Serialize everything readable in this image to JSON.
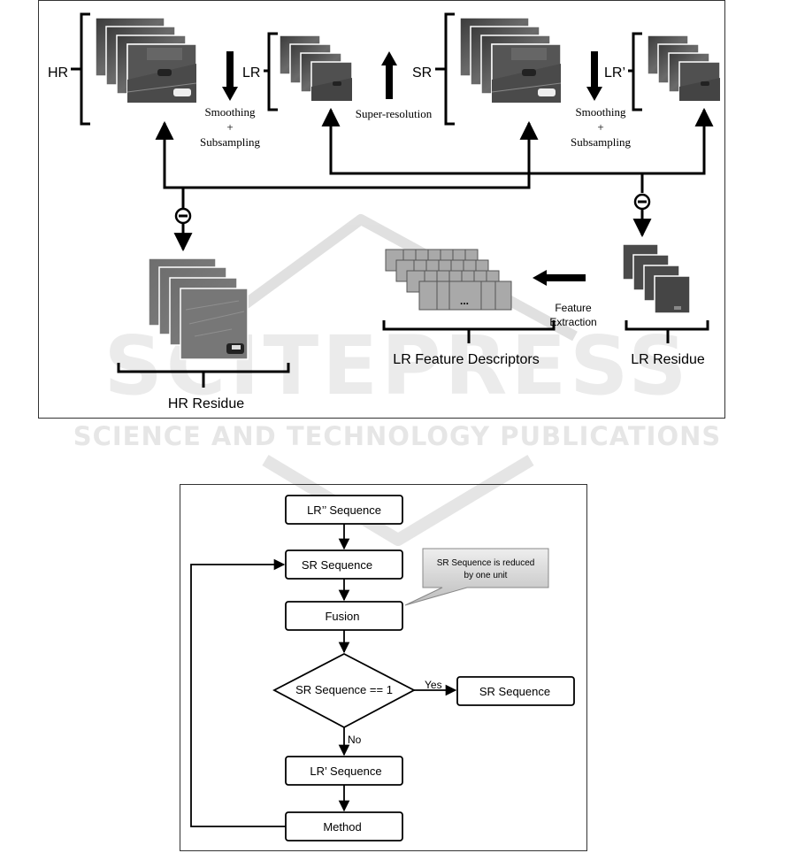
{
  "top_diagram": {
    "hr_label": "HR",
    "lr_label": "LR",
    "sr_label": "SR",
    "lr_prime_label": "LR’",
    "smoothing_1": "Smoothing",
    "plus_1": "+",
    "subsampling_1": "Subsampling",
    "super_resolution": "Super-resolution",
    "smoothing_2": "Smoothing",
    "plus_2": "+",
    "subsampling_2": "Subsampling",
    "feature_line1": "Feature",
    "feature_line2": "Extraction",
    "ellipsis": "...",
    "hr_residue": "HR Residue",
    "lr_feature_descriptors": "LR Feature Descriptors",
    "lr_residue": "LR Residue"
  },
  "watermark": {
    "big_text": "SCITEPRESS",
    "sub_text": "SCIENCE AND TECHNOLOGY PUBLICATIONS"
  },
  "flowchart": {
    "lr_double_prime_sequence": "LR’’ Sequence",
    "sr_sequence": "SR Sequence",
    "callout_line1": "SR Sequence is reduced",
    "callout_line2": "by one unit",
    "fusion": "Fusion",
    "decision": "SR Sequence == 1",
    "yes": "Yes",
    "no": "No",
    "sr_sequence_out": "SR Sequence",
    "lr_prime_sequence": "LR’ Sequence",
    "method": "Method"
  }
}
